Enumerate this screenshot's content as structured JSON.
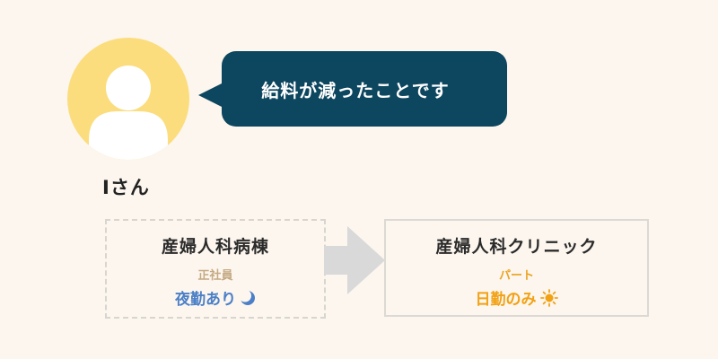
{
  "speaker": {
    "name": "Iさん",
    "avatar_icon": "person-icon",
    "avatar_color": "#fbdd7e"
  },
  "speech_bubble": {
    "text": "給料が減ったことです",
    "color": "#0d465f"
  },
  "before": {
    "title": "産婦人科病棟",
    "employment": "正社員",
    "shift": "夜勤あり",
    "icon": "moon-icon"
  },
  "after": {
    "title": "産婦人科クリニック",
    "employment": "パート",
    "shift": "日勤のみ",
    "icon": "sun-icon"
  },
  "arrow_icon": "arrow-right-icon",
  "colors": {
    "background": "#fcf6ee",
    "night_shift": "#4b7fc7",
    "day_shift": "#f2a114",
    "border": "#d8d4cf"
  }
}
